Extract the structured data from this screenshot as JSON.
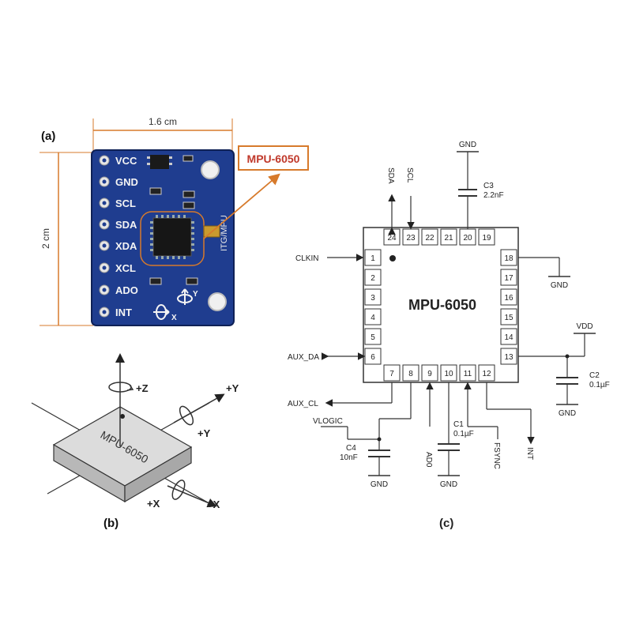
{
  "panel_a": {
    "label": "(a)",
    "width_dim": "1.6 cm",
    "height_dim": "2 cm",
    "callout": "MPU-6050",
    "board_pins": [
      "VCC",
      "GND",
      "SCL",
      "SDA",
      "XDA",
      "XCL",
      "ADO",
      "INT"
    ],
    "silkscreen": "ITG/MPU",
    "axis_x": "X",
    "axis_y": "Y",
    "colors": {
      "board": "#1f3d8f",
      "dimension": "#d77a2b",
      "callout_border": "#d77a2b",
      "callout_text": "#c0392b"
    }
  },
  "panel_b": {
    "label": "(b)",
    "chip_label": "MPU-6050",
    "rot_z": "+Z",
    "rot_y": "+Y",
    "axis_y": "+Y",
    "rot_x": "+X",
    "axis_x": "+X"
  },
  "panel_c": {
    "label": "(c)",
    "chip_label": "MPU-6050",
    "pins_top": [
      "24",
      "23",
      "22",
      "21",
      "20",
      "19"
    ],
    "pins_left": [
      "1",
      "2",
      "3",
      "4",
      "5",
      "6"
    ],
    "pins_right": [
      "18",
      "17",
      "16",
      "15",
      "14",
      "13"
    ],
    "pins_bottom": [
      "7",
      "8",
      "9",
      "10",
      "11",
      "12"
    ],
    "signals": {
      "sda": "SDA",
      "scl": "SCL",
      "clkin": "CLKIN",
      "aux_da": "AUX_DA",
      "aux_cl": "AUX_CL",
      "vlogic": "VLOGIC",
      "ad0": "AD0",
      "fsync": "FSYNC",
      "int": "INT",
      "vdd": "VDD"
    },
    "components": {
      "c3_name": "C3",
      "c3_value": "2.2nF",
      "c2_name": "C2",
      "c2_value": "0.1µF",
      "c1_name": "C1",
      "c1_value": "0.1µF",
      "c4_name": "C4",
      "c4_value": "10nF"
    },
    "grounds": {
      "gnd": "GND"
    }
  }
}
